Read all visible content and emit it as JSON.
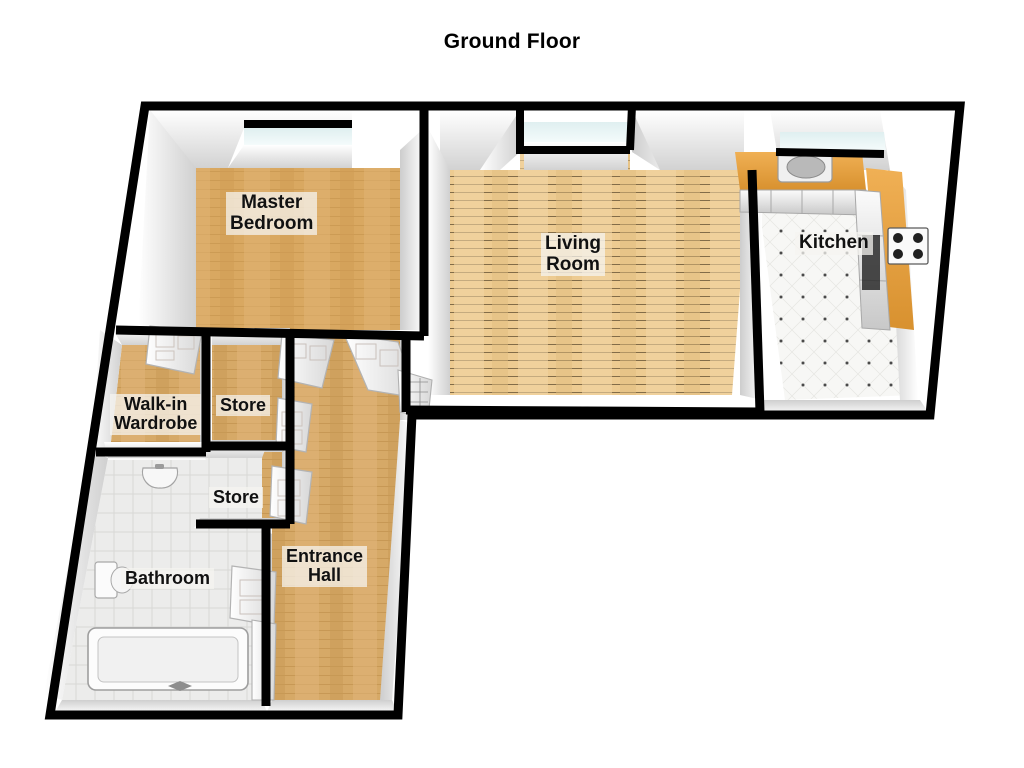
{
  "title": "Ground Floor",
  "plan": {
    "rooms": [
      {
        "id": "master-bedroom",
        "label": "Master\nBedroom",
        "floor": "wood-dark",
        "floor_color": "#d8a760"
      },
      {
        "id": "living-room",
        "label": "Living\nRoom",
        "floor": "wood-light",
        "floor_color": "#eccb90"
      },
      {
        "id": "kitchen",
        "label": "Kitchen",
        "floor": "tile-speckle",
        "floor_color": "#f4f4f2"
      },
      {
        "id": "walk-in-wardrobe",
        "label": "Walk-in\nWardrobe",
        "floor": "wood-dark",
        "floor_color": "#c9995a"
      },
      {
        "id": "store-upper",
        "label": "Store",
        "floor": "wood-dark",
        "floor_color": "#c9995a"
      },
      {
        "id": "store-lower",
        "label": "Store",
        "floor": "wood-dark",
        "floor_color": "#c9995a"
      },
      {
        "id": "bathroom",
        "label": "Bathroom",
        "floor": "tile-grid",
        "floor_color": "#e9e9e7"
      },
      {
        "id": "entrance-hall",
        "label": "Entrance\nHall",
        "floor": "wood-mid",
        "floor_color": "#d6a967"
      }
    ],
    "fixtures": [
      {
        "id": "kitchen-sink",
        "room": "kitchen",
        "name": "sink"
      },
      {
        "id": "kitchen-hob",
        "room": "kitchen",
        "name": "hob"
      },
      {
        "id": "kitchen-worktop",
        "room": "kitchen",
        "name": "worktop"
      },
      {
        "id": "kitchen-units",
        "room": "kitchen",
        "name": "base-units"
      },
      {
        "id": "bathroom-basin",
        "room": "bathroom",
        "name": "wash-basin"
      },
      {
        "id": "bathroom-toilet",
        "room": "bathroom",
        "name": "toilet"
      },
      {
        "id": "bathtub",
        "room": "bathroom",
        "name": "bath"
      }
    ],
    "windows": [
      {
        "id": "window-master",
        "room": "master-bedroom"
      },
      {
        "id": "window-living",
        "room": "living-room",
        "style": "bay"
      },
      {
        "id": "window-kitchen",
        "room": "kitchen"
      }
    ],
    "doors": [
      {
        "id": "door-master-hall",
        "from": "master-bedroom",
        "to": "entrance-hall"
      },
      {
        "id": "door-living-hall",
        "from": "living-room",
        "to": "entrance-hall"
      },
      {
        "id": "door-wardrobe",
        "from": "walk-in-wardrobe",
        "to": "entrance-hall"
      },
      {
        "id": "door-store-upper",
        "from": "store-upper",
        "to": "entrance-hall"
      },
      {
        "id": "door-store-lower",
        "from": "store-lower",
        "to": "entrance-hall"
      },
      {
        "id": "door-bathroom",
        "from": "bathroom",
        "to": "entrance-hall"
      }
    ],
    "colors": {
      "wall_outline": "#000000",
      "wall_face": "#f2f2f2",
      "wall_shadow": "#cfcfcf",
      "worktop": "#e8a33d",
      "text": "#111111",
      "label_bg": "#f5f4f0",
      "background": "#ffffff"
    }
  }
}
